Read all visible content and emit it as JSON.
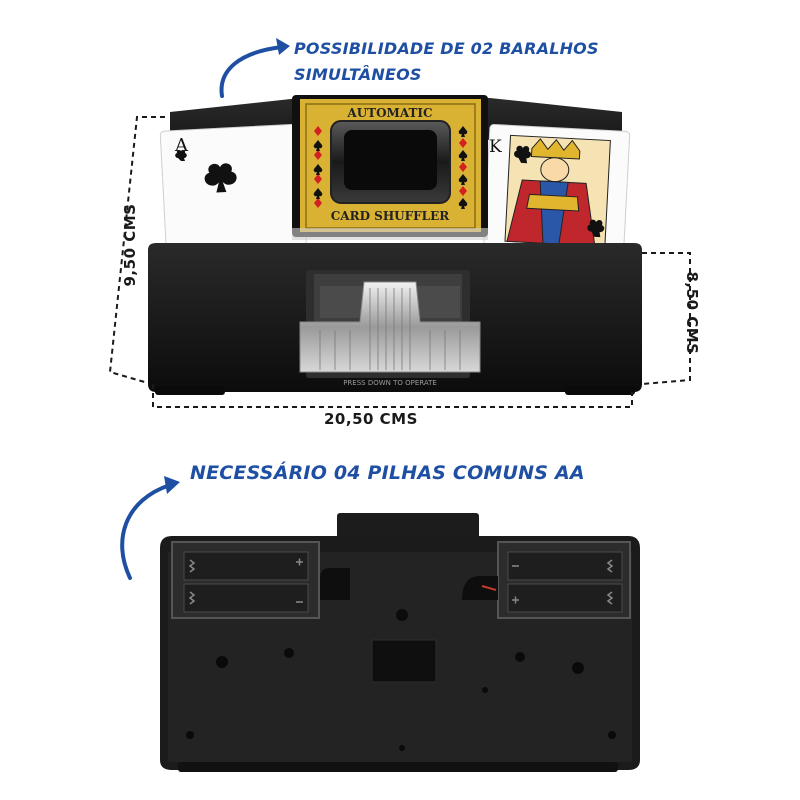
{
  "top_caption": {
    "line1": "POSSIBILIDADE DE 02 BARALHOS",
    "line2": "SIMULTÂNEOS"
  },
  "bottom_caption": "NECESSÁRIO 04 PILHAS COMUNS AA",
  "dimensions": {
    "height_left": "9,50 CMS",
    "height_right": "8,50 CMS",
    "width": "20,50 CMS"
  },
  "shuffler": {
    "label_top": "AUTOMATIC",
    "label_bottom": "CARD SHUFFLER",
    "base_text": "PRESS DOWN TO OPERATE"
  },
  "cards": {
    "ace_rank": "A",
    "king_rank": "K"
  },
  "colors": {
    "caption_blue": "#1e4fa3",
    "device_black": "#141414",
    "gold": "#d9b233",
    "red": "#d32020"
  }
}
